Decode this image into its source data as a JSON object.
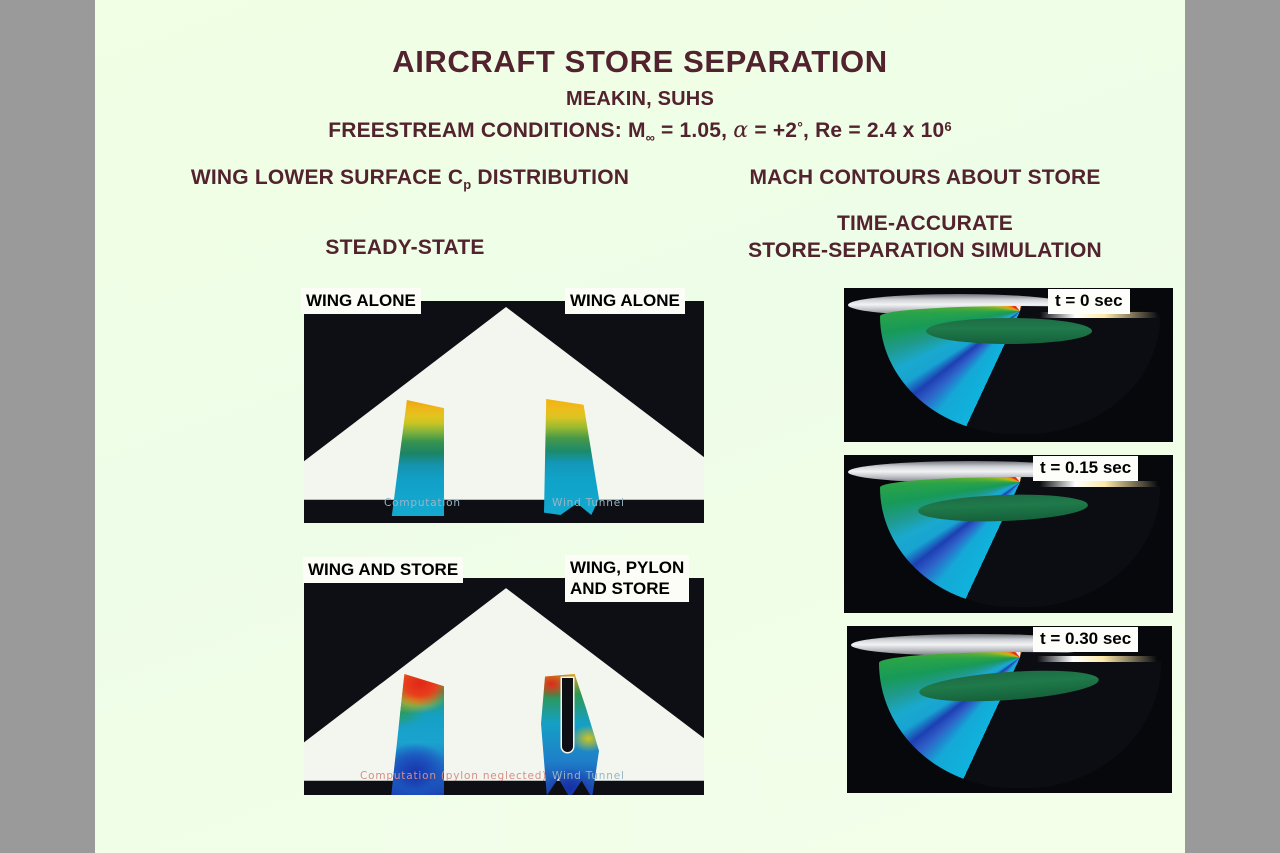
{
  "slide": {
    "title": "AIRCRAFT STORE SEPARATION",
    "authors": "MEAKIN, SUHS",
    "conditions": {
      "prefix": "FREESTREAM CONDITIONS: M",
      "m_sub": "∞",
      "m_value": " = 1.05,  ",
      "alpha": "α",
      "alpha_value": " = +2",
      "degree": "°",
      "re_label": ",  Re = 2.4 x 10",
      "re_exp": "6"
    },
    "column_headings": {
      "left_pre": "WING LOWER SURFACE C",
      "left_sub": "p",
      "left_post": " DISTRIBUTION",
      "right": "MACH CONTOURS ABOUT STORE"
    },
    "subheadings": {
      "left": "STEADY-STATE",
      "right": "TIME-ACCURATE\nSTORE-SEPARATION SIMULATION"
    }
  },
  "cp_panels": [
    {
      "id": "wing-alone",
      "label_left": "WING ALONE",
      "label_right": "WING ALONE",
      "caption_left": "Computation",
      "caption_right": "Wind  Tunnel"
    },
    {
      "id": "wing-and-store",
      "label_left": "WING AND STORE",
      "label_right": "WING, PYLON\nAND STORE",
      "caption_left": "Computation (pylon neglected)",
      "caption_right": "Wind  Tunnel"
    }
  ],
  "cfd_frames": [
    {
      "id": "t0",
      "time_label": "t = 0 sec"
    },
    {
      "id": "t015",
      "time_label": "t = 0.15 sec"
    },
    {
      "id": "t030",
      "time_label": "t = 0.30 sec"
    }
  ],
  "colors": {
    "slide_background": "#f1ffe4",
    "outer_background": "#9a9a9a",
    "heading_text": "#52232f",
    "panel_background": "#0d0f14",
    "label_background": "#fbfdf6",
    "caption_blue": "#97b5c6",
    "caption_red": "#d58f88",
    "store_green": "#1f7a4a"
  },
  "chart_data": {
    "type": "heatmap",
    "title": "AIRCRAFT STORE SEPARATION",
    "subtitle": "WING LOWER SURFACE Cp DISTRIBUTION / MACH CONTOURS ABOUT STORE",
    "flow_conditions": {
      "mach_infinity": 1.05,
      "alpha_deg": 2.0,
      "reynolds_number": 2400000
    },
    "panels": [
      {
        "name": "WING ALONE",
        "quantity": "Cp",
        "sources": [
          "Computation",
          "Wind Tunnel"
        ],
        "colormap_top_to_bottom": [
          "orange",
          "yellow",
          "green",
          "teal",
          "cyan"
        ]
      },
      {
        "name": "WING AND STORE / WING, PYLON AND STORE",
        "quantity": "Cp",
        "sources": [
          "Computation (pylon neglected)",
          "Wind Tunnel"
        ],
        "colormap_top_to_bottom": [
          "red",
          "yellow",
          "green",
          "cyan",
          "blue"
        ]
      }
    ],
    "time_series": {
      "xlabel": "time",
      "unit": "sec",
      "values": [
        0,
        0.15,
        0.3
      ],
      "labels": [
        "t = 0 sec",
        "t = 0.15 sec",
        "t = 0.30 sec"
      ]
    }
  }
}
